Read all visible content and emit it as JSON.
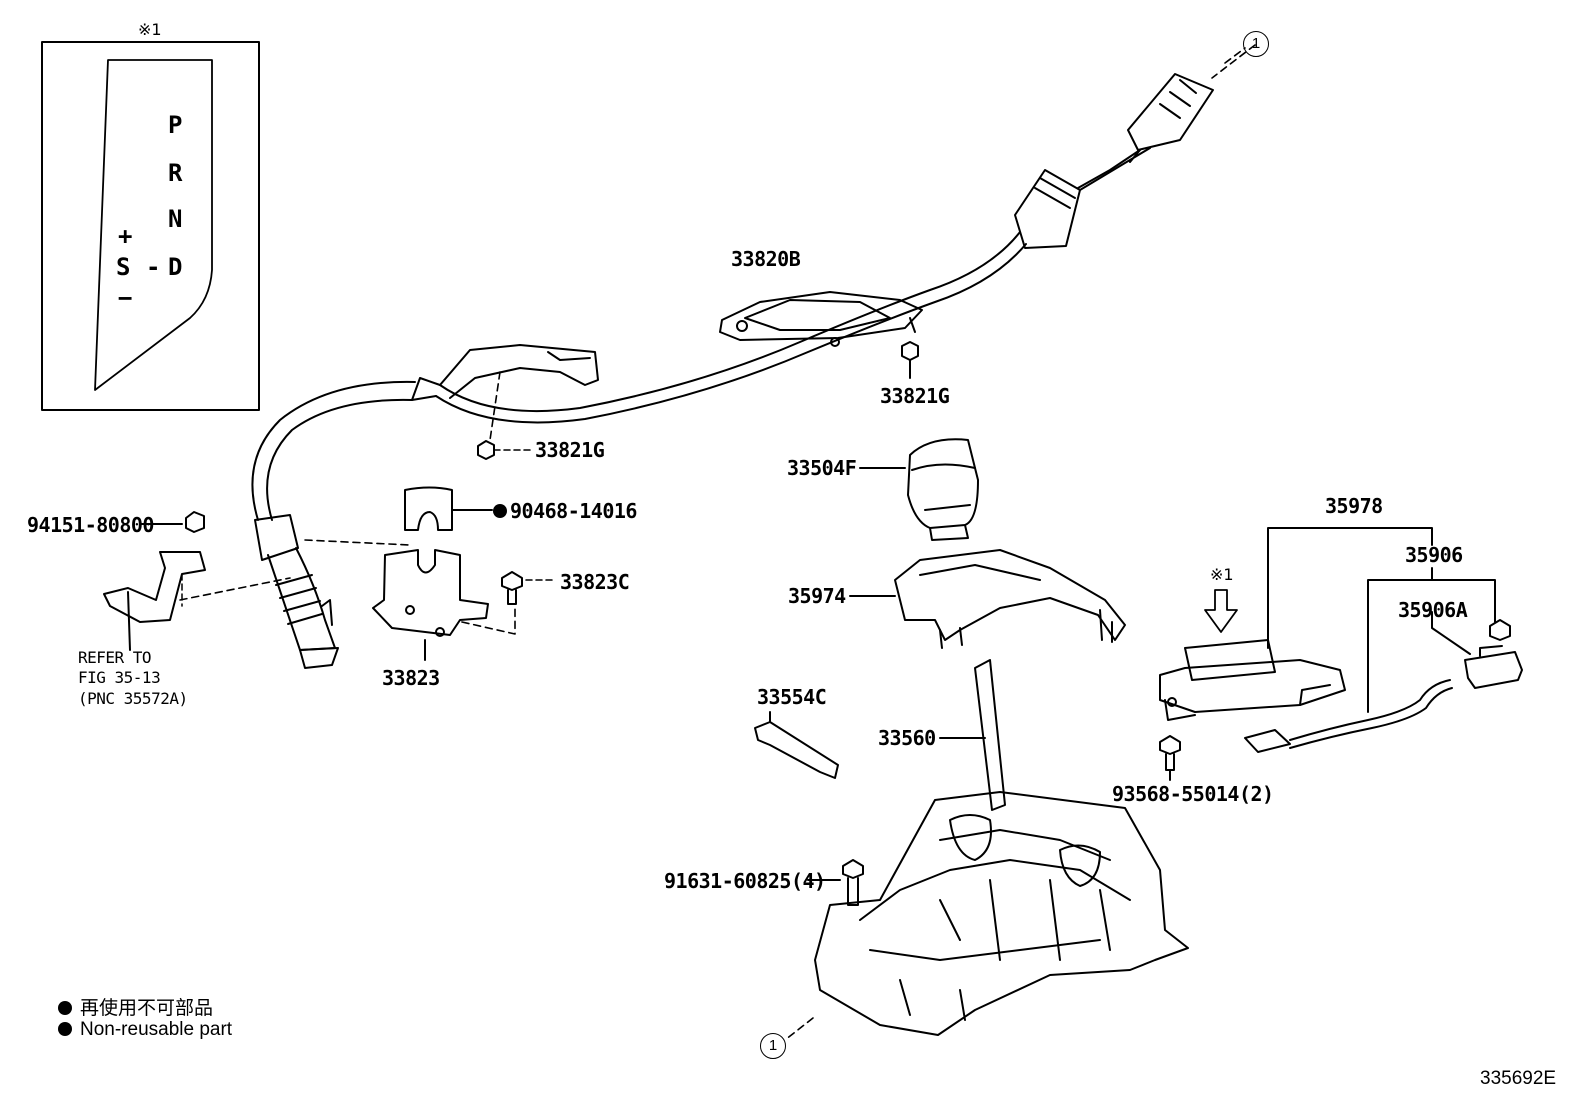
{
  "diagram_id": "335692E",
  "callout_circle": "1",
  "asterisk_note": "※1",
  "inset": {
    "gate": {
      "p": "P",
      "r": "R",
      "n": "N",
      "d": "D",
      "s": "S",
      "plus": "+",
      "minus": "−",
      "dash": "-"
    }
  },
  "parts": {
    "p33820B": "33820B",
    "p33821G_a": "33821G",
    "p33821G_b": "33821G",
    "p94151": "94151-80800",
    "p90468": "90468-14016",
    "p33823C": "33823C",
    "p33823": "33823",
    "p33504F": "33504F",
    "p35974": "35974",
    "p33554C": "33554C",
    "p33560": "33560",
    "p91631": "91631-60825(4)",
    "p35978": "35978",
    "p35906": "35906",
    "p35906A": "35906A",
    "p93568": "93568-55014(2)"
  },
  "refer": {
    "line1": "REFER TO",
    "line2": "FIG 35-13",
    "line3": "(PNC 35572A)"
  },
  "legend": {
    "jp": "再使用不可部品",
    "en": "Non-reusable part"
  }
}
